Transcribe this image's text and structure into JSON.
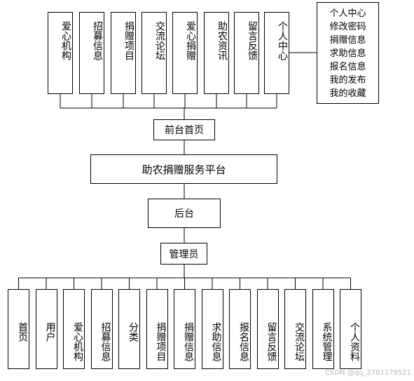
{
  "top_modules": [
    "爱心机构",
    "招募信息",
    "捐赠项目",
    "交流论坛",
    "爱心捐赠",
    "助农资讯",
    "留言反馈",
    "个人中心"
  ],
  "personal_center_items": [
    "个人中心",
    "修改密码",
    "捐赠信息",
    "求助信息",
    "报名信息",
    "我的发布",
    "我的收藏"
  ],
  "front": "前台首页",
  "platform": "助农捐赠服务平台",
  "backend": "后台",
  "admin": "管理员",
  "admin_modules": [
    "首页",
    "用户",
    "爱心机构",
    "招募信息",
    "分类",
    "捐赠项目",
    "捐赠信息",
    "求助信息",
    "报名信息",
    "留言反馈",
    "交流论坛",
    "系统管理",
    "个人资料"
  ],
  "watermark": "CSDN @qq_2781179521"
}
